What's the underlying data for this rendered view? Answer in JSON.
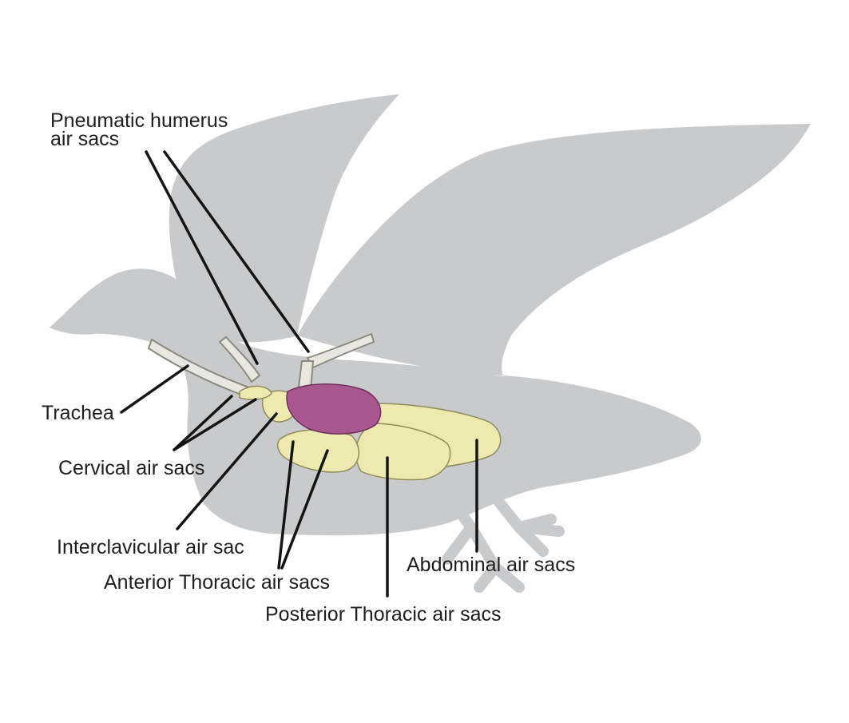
{
  "labels": {
    "pneumatic_humerus": "Pneumatic humerus air sacs",
    "trachea": "Trachea",
    "cervical": "Cervical air sacs",
    "interclavicular": "Interclavicular air sac",
    "anterior_thoracic": "Anterior Thoracic air sacs",
    "posterior_thoracic": "Posterior Thoracic air sacs",
    "abdominal": "Abdominal air sacs"
  },
  "colors": {
    "silhouette": "#c9cacc",
    "air_sac_fill": "#eeeaaf",
    "air_sac_outline": "#8f8c5a",
    "lung": "#a8578f",
    "leader_line": "#141414",
    "text": "#1e1e1e"
  },
  "icons": {
    "silhouette": "bird-silhouette-icon"
  }
}
